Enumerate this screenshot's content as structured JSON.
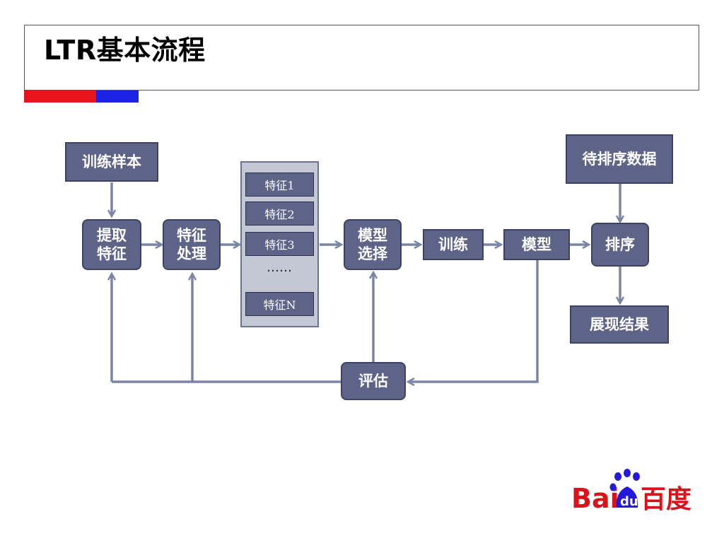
{
  "title": "LTR基本流程",
  "colors": {
    "accent_red": "#e8141b",
    "accent_blue": "#1a22e6",
    "node_fill": "#5e6488",
    "arrow": "#7c85a6"
  },
  "diagram": {
    "training_samples": "训练样本",
    "extract_features": [
      "提取",
      "特征"
    ],
    "feature_processing": [
      "特征",
      "处理"
    ],
    "features": [
      "特征1",
      "特征2",
      "特征3",
      "特征N"
    ],
    "ellipsis": "……",
    "model_selection": [
      "模型",
      "选择"
    ],
    "training": "训练",
    "model": "模型",
    "to_rank_data": "待排序数据",
    "ranking": "排序",
    "show_results": "展现结果",
    "evaluation": "评估"
  },
  "logo": {
    "latin": "Bai",
    "badge": "du",
    "chinese": "百度",
    "red": "#d9131a",
    "blue": "#2319dc"
  }
}
